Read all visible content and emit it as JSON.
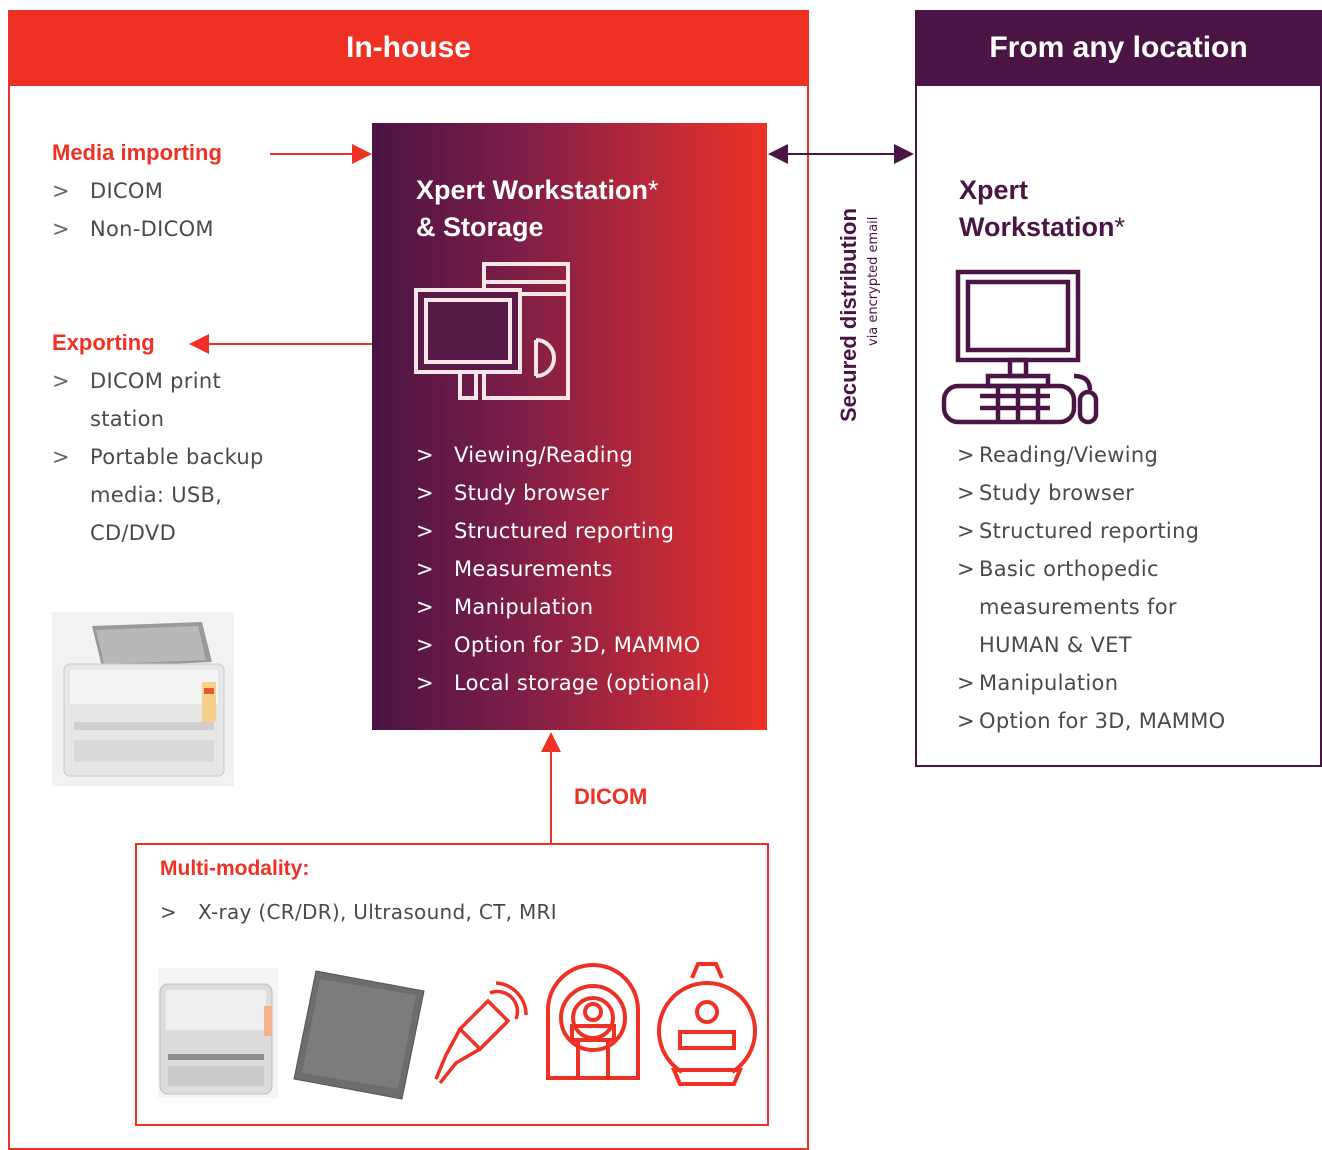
{
  "inhouse": {
    "header": "In-house",
    "media_importing": {
      "title": "Media importing",
      "items": [
        "DICOM",
        "Non-DICOM"
      ]
    },
    "exporting": {
      "title": "Exporting",
      "items": [
        "DICOM print station",
        "Portable backup media: USB, CD/DVD"
      ]
    },
    "workstation": {
      "title": "Xpert Workstation",
      "asterisk": "*",
      "subtitle": "& Storage",
      "items": [
        "Viewing/Reading",
        "Study browser",
        "Structured reporting",
        "Measurements",
        "Manipulation",
        "Option for 3D, MAMMO",
        "Local storage (optional)"
      ]
    },
    "dicom_label": "DICOM",
    "multi_modality": {
      "title": "Multi-modality:",
      "item": "X-ray (CR/DR), Ultrasound, CT, MRI"
    }
  },
  "distribution": {
    "title": "Secured distribution",
    "subtitle": "via encrypted email"
  },
  "remote": {
    "header": "From any location",
    "title_line1": "Xpert",
    "title_line2": "Workstation",
    "asterisk": "*",
    "items": [
      "Reading/Viewing",
      "Study browser",
      "Structured reporting",
      "Basic orthopedic measurements for HUMAN & VET",
      "Manipulation",
      "Option for 3D, MAMMO"
    ]
  },
  "colors": {
    "red": "#ee3124",
    "purple": "#4a1445"
  },
  "caret": ">"
}
